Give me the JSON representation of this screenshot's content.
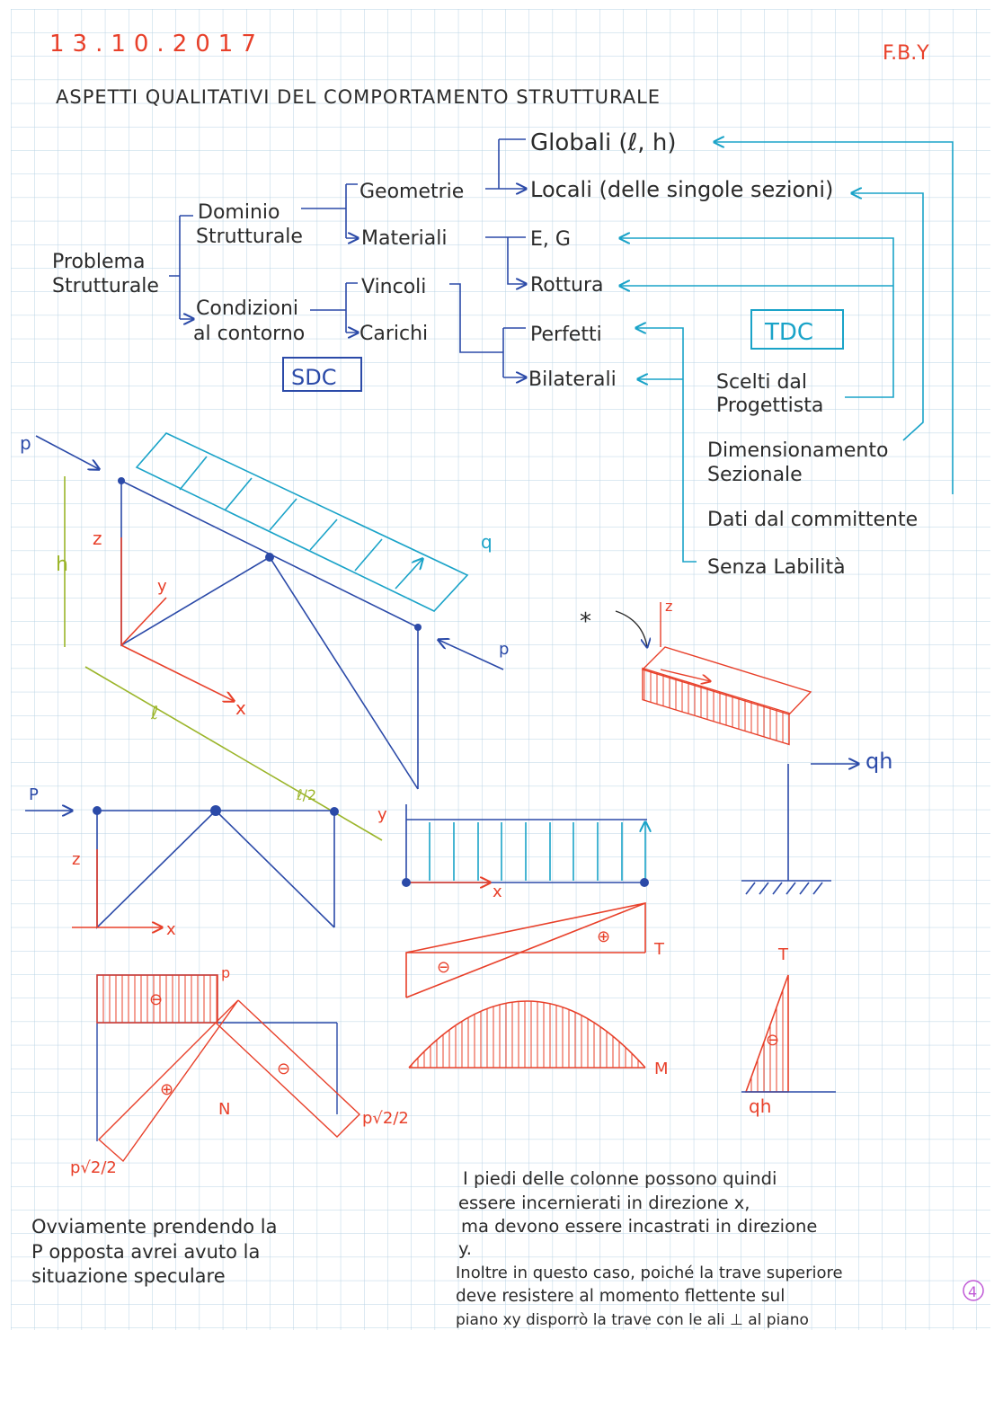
{
  "header": {
    "date": "13.10.2017",
    "initials": "F.B.Y"
  },
  "title": "ASPETTI QUALITATIVI DEL COMPORTAMENTO STRUTTURALE",
  "tree": {
    "root": [
      "Problema",
      "Strutturale"
    ],
    "dominio": [
      "Dominio",
      "Strutturale"
    ],
    "condizioni": [
      "Condizioni",
      "al contorno"
    ],
    "geometrie": "Geometrie",
    "materiali": "Materiali",
    "vincoli": "Vincoli",
    "carichi": "Carichi",
    "globali": "Globali (ℓ, h)",
    "locali": "Locali (delle singole sezioni)",
    "eg": "E, G",
    "rottura": "Rottura",
    "perfetti": "Perfetti",
    "bilaterali": "Bilaterali",
    "sdc": "SDC",
    "tdc": "TDC",
    "scelti": [
      "Scelti dal",
      "Progettista"
    ],
    "dimensionamento": [
      "Dimensionamento",
      "Sezionale"
    ],
    "dati": "Dati dal committente",
    "senza": "Senza Labilità"
  },
  "labels": {
    "p": "p",
    "q": "q",
    "h": "h",
    "z": "z",
    "y": "y",
    "x": "x",
    "l": "ℓ",
    "l2": "ℓ/2",
    "star": "*",
    "qh": "qh",
    "T": "T",
    "M": "M",
    "N": "N",
    "minus": "⊖",
    "plus": "⊕",
    "P": "P",
    "psqrt": "p√2/2"
  },
  "notes": {
    "left": [
      "Ovviamente prendendo la",
      "P opposta avrei avuto la",
      "situazione speculare"
    ],
    "right": [
      "I piedi delle colonne possono quindi",
      "essere incernierati in direzione x,",
      "ma devono essere incastrati in direzione",
      "y.",
      "Inoltre in questo caso, poiché la trave superiore",
      "deve resistere al momento flettente sul",
      "piano xy disporrò la trave con le ali ⊥ al piano"
    ],
    "page_marker": "4"
  }
}
